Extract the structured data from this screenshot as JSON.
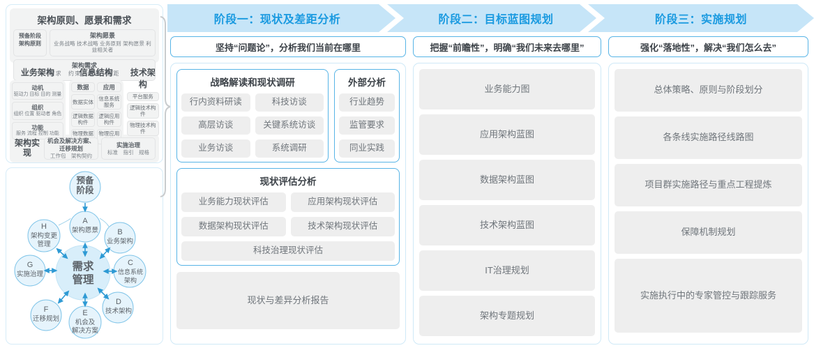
{
  "left_panel": {
    "framework": {
      "section1": {
        "title": "架构原则、愿景和需求",
        "prep": {
          "line1": "预备阶段",
          "line2": "架构原则"
        },
        "vision": {
          "title": "架构愿景",
          "items": "业务战略 技术战略 业务原则 架构愿景 利益相关者"
        },
        "requirements": {
          "title": "架构需求",
          "items": "需求　约束　假设　差距"
        }
      },
      "columns": [
        {
          "title": "业务架构",
          "groups": [
            {
              "title": "动机",
              "items": "驱动力 目标 目的 测量"
            },
            {
              "title": "组织",
              "items": "组织 位置 驱动者 角色"
            },
            {
              "title": "功能",
              "items": "服务 流程 控制 功能"
            }
          ]
        },
        {
          "title": "信息结构",
          "subcolumns": [
            {
              "header": "数据",
              "items": [
                "数据实体",
                "逻辑数据构件",
                "物理数据构件"
              ]
            },
            {
              "header": "应用",
              "items": [
                "信息系统服务",
                "逻辑应用构件",
                "物理应用构件"
              ]
            }
          ]
        },
        {
          "title": "技术架构",
          "items": [
            "平台服务",
            "逻辑技术构件",
            "物理技术构件"
          ]
        }
      ],
      "implementation": {
        "label": "架构实现",
        "boxes": [
          {
            "title": "机会及解决方案、迁移规划",
            "items": "工作包　架构契约"
          },
          {
            "title": "实施治理",
            "items": "标准　指引　规格"
          }
        ]
      }
    },
    "adm_cycle": {
      "center": {
        "line1": "需求",
        "line2": "管理"
      },
      "top": {
        "line1": "预备",
        "line2": "阶段"
      },
      "phases": [
        {
          "key": "A",
          "label": "架构愿景"
        },
        {
          "key": "B",
          "label": "业务架构"
        },
        {
          "key": "C",
          "label": "信息系统架构"
        },
        {
          "key": "D",
          "label": "技术架构"
        },
        {
          "key": "E",
          "label": "机会及解决方案"
        },
        {
          "key": "F",
          "label": "迁移规划"
        },
        {
          "key": "G",
          "label": "实施治理"
        },
        {
          "key": "H",
          "label": "架构变更管理"
        }
      ]
    }
  },
  "phases": [
    {
      "band_title": "阶段一：现状及差距分析",
      "subtitle": "坚持“问题论”，分析我们当前在哪里",
      "cards": [
        {
          "title": "战略解读和现状调研",
          "chips_left": [
            "行内资料研读",
            "高层访谈",
            "业务访谈"
          ],
          "chips_right": [
            "科技访谈",
            "关键系统访谈",
            "系统调研"
          ]
        },
        {
          "title": "外部分析",
          "chips": [
            "行业趋势",
            "监管要求",
            "同业实践"
          ]
        },
        {
          "title": "现状评估分析",
          "chips_left": [
            "业务能力现状评估",
            "数据架构现状评估"
          ],
          "chips_right": [
            "应用架构现状评估",
            "技术架构现状评估"
          ],
          "chips_full": [
            "科技治理现状评估"
          ]
        }
      ],
      "report": "现状与差异分析报告"
    },
    {
      "band_title": "阶段二：目标蓝图规划",
      "subtitle": "把握“前瞻性”，明确“我们未来去哪里”",
      "items": [
        "业务能力图",
        "应用架构蓝图",
        "数据架构蓝图",
        "技术架构蓝图",
        "IT治理规划",
        "架构专题规划"
      ]
    },
    {
      "band_title": "阶段三：实施规划",
      "subtitle": "强化“落地性”，解决“我们怎么去”",
      "items": [
        "总体策略、原则与阶段划分",
        "各条线实施路径线路图",
        "项目群实施路径与重点工程提炼",
        "保障机制规划",
        "实施执行中的专家管控与跟踪服务"
      ]
    }
  ],
  "colors": {
    "band": "#c6e5f8",
    "band_text": "#1a9ae0",
    "card_border": "#57b4e6",
    "panel_border": "#cfe9f7",
    "chip_bg": "#eeeeee",
    "circle_fill": "#e6f4fc",
    "circle_stroke": "#7fc4e8",
    "arrow": "#2e9ad4"
  }
}
